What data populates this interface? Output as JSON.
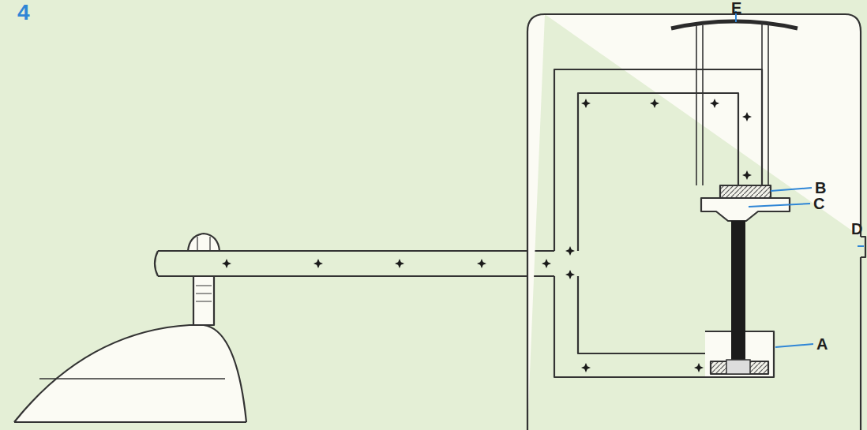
{
  "diagram": {
    "labels": [
      "4",
      "E",
      "B",
      "C",
      "D",
      "A"
    ]
  }
}
